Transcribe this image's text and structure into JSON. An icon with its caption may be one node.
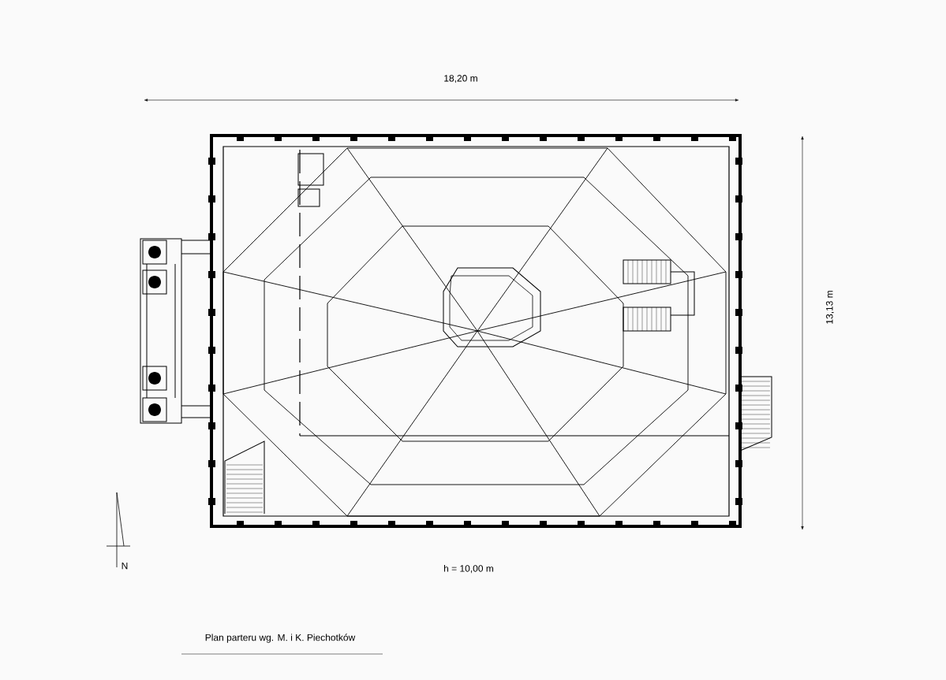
{
  "diagram": {
    "caption": "Plan parteru wg. M. i K. Piechotków",
    "labels": [
      "18,20 m",
      "13,13 m",
      "h = 10,00 m",
      "N"
    ]
  }
}
